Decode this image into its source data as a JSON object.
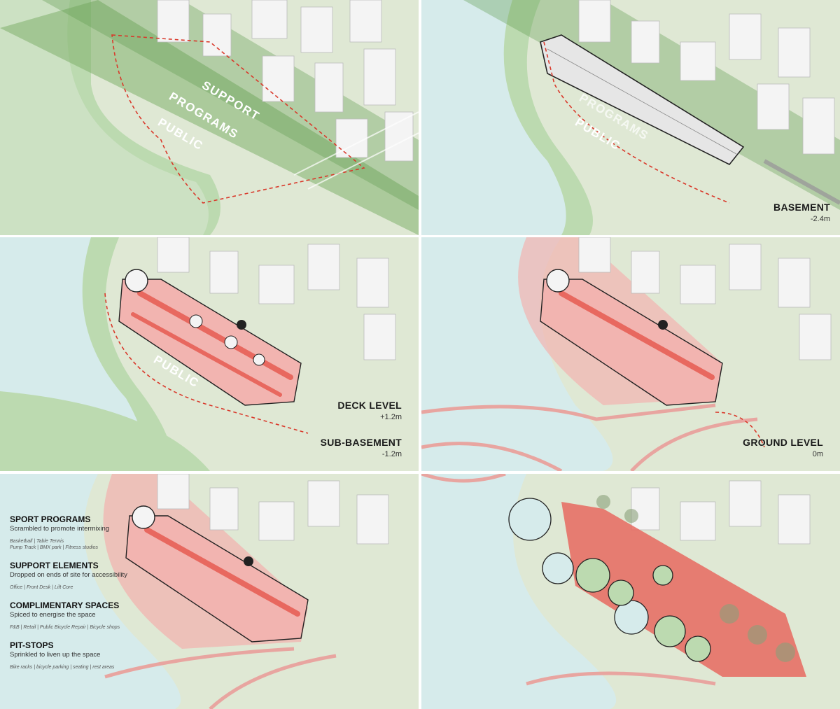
{
  "panels": {
    "p1": {
      "zones": [
        "SUPPORT",
        "PROGRAMS",
        "PUBLIC"
      ]
    },
    "p2": {
      "zones": [
        "PROGRAMS",
        "PUBLIC"
      ],
      "level": "BASEMENT",
      "elevation": "-2.4m"
    },
    "p3": {
      "zones": [
        "PUBLIC"
      ],
      "level_deck": "DECK LEVEL",
      "elevation_deck": "+1.2m",
      "level_sub": "SUB-BASEMENT",
      "elevation_sub": "-1.2m"
    },
    "p4": {
      "level": "GROUND LEVEL",
      "elevation": "0m"
    },
    "p5": {
      "legend": [
        {
          "title": "SPORT PROGRAMS",
          "desc": "Scrambled to promote intermixing",
          "items": [
            "Basketball | Table Tennis",
            "Pump Track | BMX park | Fitness studios"
          ]
        },
        {
          "title": "SUPPORT ELEMENTS",
          "desc": "Dropped on ends of site for accessibility",
          "items": [
            "Office | Front Desk | Lift Core"
          ]
        },
        {
          "title": "COMPLIMENTARY SPACES",
          "desc": "Spiced to energise the space",
          "items": [
            "F&B | Retail | Public Bicycle Repair | Bicycle shops"
          ]
        },
        {
          "title": "PIT-STOPS",
          "desc": "Sprinkled to liven up the space",
          "items": [
            "Bike racks | bicycle parking | seating | rest areas"
          ]
        }
      ]
    }
  },
  "colors": {
    "grass": "#a9cf9a",
    "grass_light": "#d3e5c8",
    "water": "#d6ebeb",
    "building": "#f4f4f4",
    "program_pink": "#f2b4b0",
    "program_red": "#e8685f",
    "dashed_boundary": "#d9392b",
    "band": "#6fa85c"
  }
}
